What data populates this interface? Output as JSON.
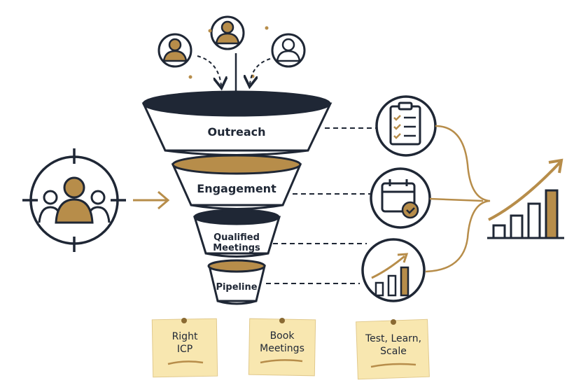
{
  "colors": {
    "navy": "#1f2735",
    "gold": "#b78d4a",
    "note": "#f8e7b0",
    "white": "#ffffff"
  },
  "funnel": {
    "stages": [
      {
        "line1": "Outreach",
        "line2": ""
      },
      {
        "line1": "Engagement",
        "line2": ""
      },
      {
        "line1": "Qualified",
        "line2": "Meetings"
      },
      {
        "line1": "Pipeline",
        "line2": ""
      }
    ]
  },
  "notes": [
    {
      "line1": "Right",
      "line2": "ICP",
      "line3": ""
    },
    {
      "line1": "Book",
      "line2": "Meetings",
      "line3": ""
    },
    {
      "line1": "Test, Learn,",
      "line2": "Scale",
      "line3": ""
    }
  ],
  "icons": {
    "target": "target-audience-icon",
    "checklist": "clipboard-checklist-icon",
    "calendar": "calendar-check-icon",
    "growth": "growth-chart-icon",
    "result": "bar-chart-growth-icon"
  }
}
